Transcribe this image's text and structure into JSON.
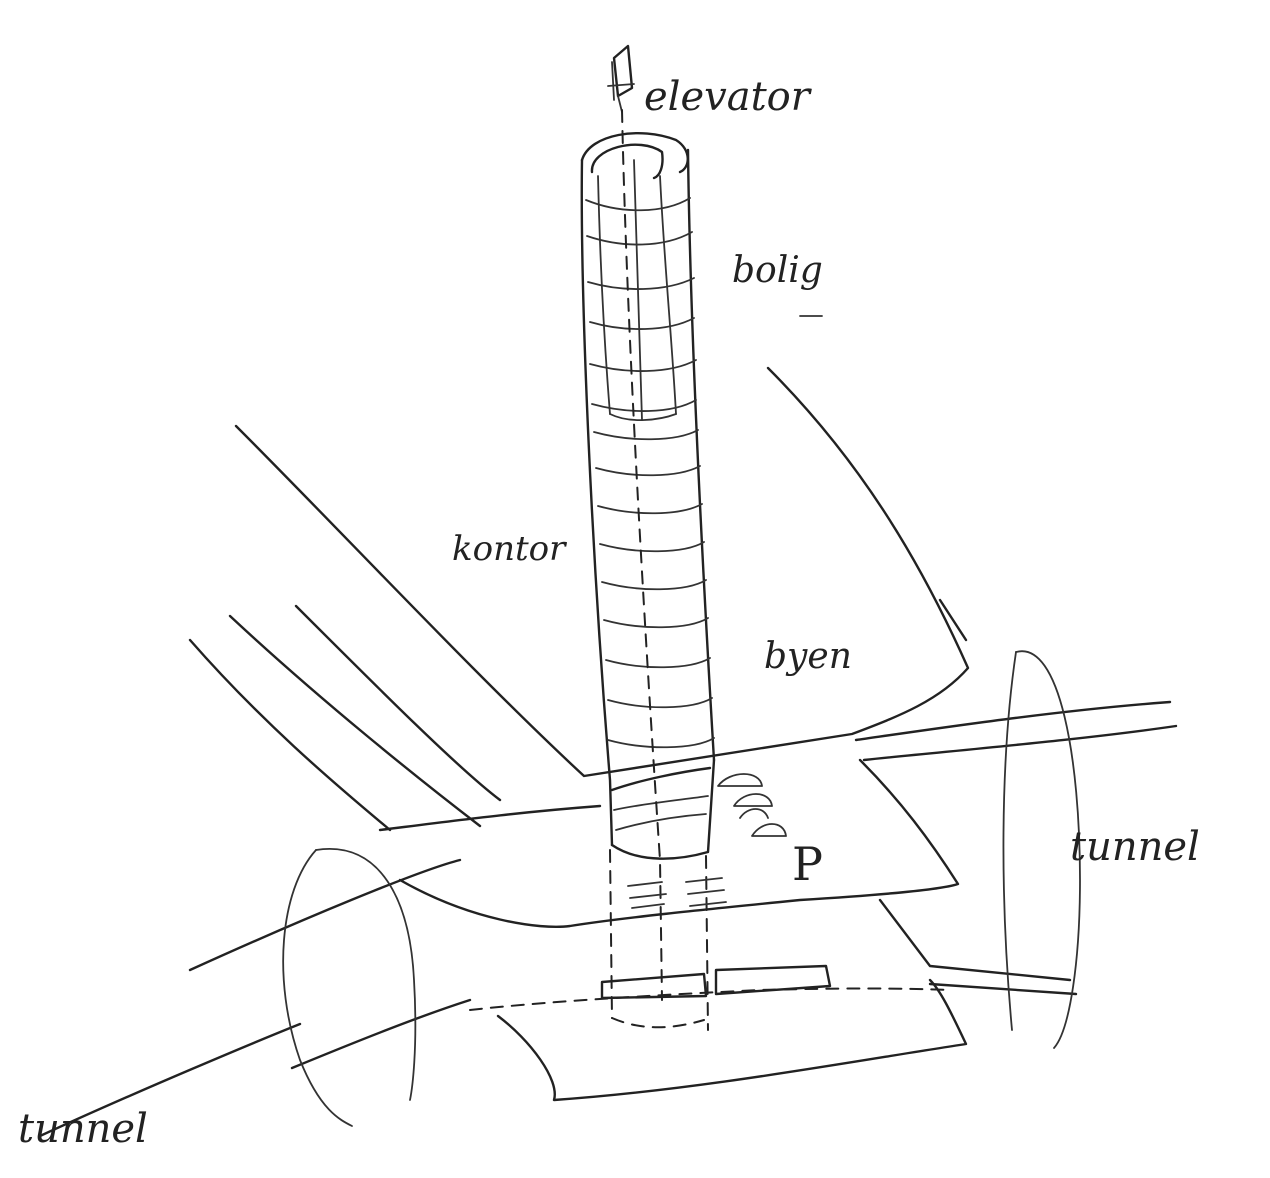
{
  "labels": {
    "elevator": "elevator",
    "bolig": "bolig",
    "kontor": "kontor",
    "byen": "byen",
    "parking": "P",
    "tunnel_right": "tunnel",
    "tunnel_left": "tunnel"
  }
}
